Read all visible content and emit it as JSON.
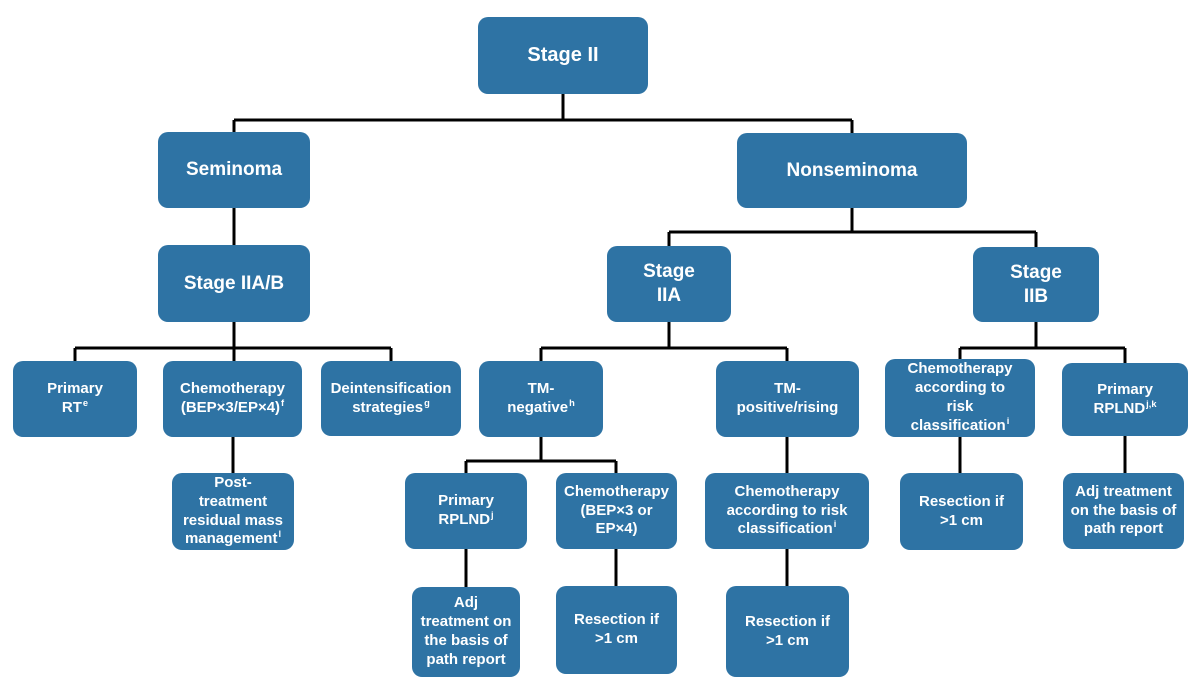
{
  "figure": {
    "type": "treatment-algorithm-flowchart",
    "root": "Stage II"
  },
  "colors": {
    "node_fill": "#2e73a4",
    "node_text": "#ffffff",
    "connector": "#000000",
    "background": "#ffffff"
  },
  "nodes": {
    "stage_ii": {
      "line1": "Stage II"
    },
    "seminoma": {
      "line1": "Seminoma"
    },
    "nonseminoma": {
      "line1": "Nonseminoma"
    },
    "stage_iiab": {
      "line1": "Stage IIA/B"
    },
    "stage_iia": {
      "line1": "Stage",
      "line2": "IIA"
    },
    "stage_iib": {
      "line1": "Stage",
      "line2": "IIB"
    },
    "primary_rt": {
      "line1": "Primary",
      "line2": "RT",
      "sup": "e"
    },
    "chemo_bep": {
      "line1": "Chemotherapy",
      "line2": "(BEP×3/EP×4)",
      "sup": "f"
    },
    "deintensification": {
      "line1": "Deintensification",
      "line2": "strategies",
      "sup": "g"
    },
    "tm_negative": {
      "line1": "TM-",
      "line2": "negative",
      "sup": "h"
    },
    "tm_positive": {
      "line1": "TM-",
      "line2": "positive/rising"
    },
    "chemo_risk_iib": {
      "line1": "Chemotherapy",
      "line2": "according to",
      "line3": "risk",
      "line4": "classification",
      "sup": "i"
    },
    "primary_rplnd_jk": {
      "line1": "Primary",
      "line2": "RPLND",
      "sup": "j,k"
    },
    "post_treatment": {
      "line1": "Post-",
      "line2": "treatment",
      "line3": "residual mass",
      "line4": "management",
      "sup": "l"
    },
    "primary_rplnd_j": {
      "line1": "Primary",
      "line2": "RPLND",
      "sup": "j"
    },
    "chemo_bep_or": {
      "line1": "Chemotherapy",
      "line2": "(BEP×3 or",
      "line3": "EP×4)"
    },
    "chemo_risk_iia": {
      "line1": "Chemotherapy",
      "line2": "according to risk",
      "line3": "classification",
      "sup": "i"
    },
    "resection_iib": {
      "line1": "Resection if",
      "line2": ">1 cm"
    },
    "adj_treatment_iib": {
      "line1": "Adj treatment",
      "line2": "on the basis of",
      "line3": "path report"
    },
    "adj_treatment_iia": {
      "line1": "Adj",
      "line2": "treatment on",
      "line3": "the basis of",
      "line4": "path report"
    },
    "resection_iia": {
      "line1": "Resection if",
      "line2": ">1 cm"
    },
    "resection_tm_pos": {
      "line1": "Resection if",
      "line2": ">1 cm"
    }
  }
}
